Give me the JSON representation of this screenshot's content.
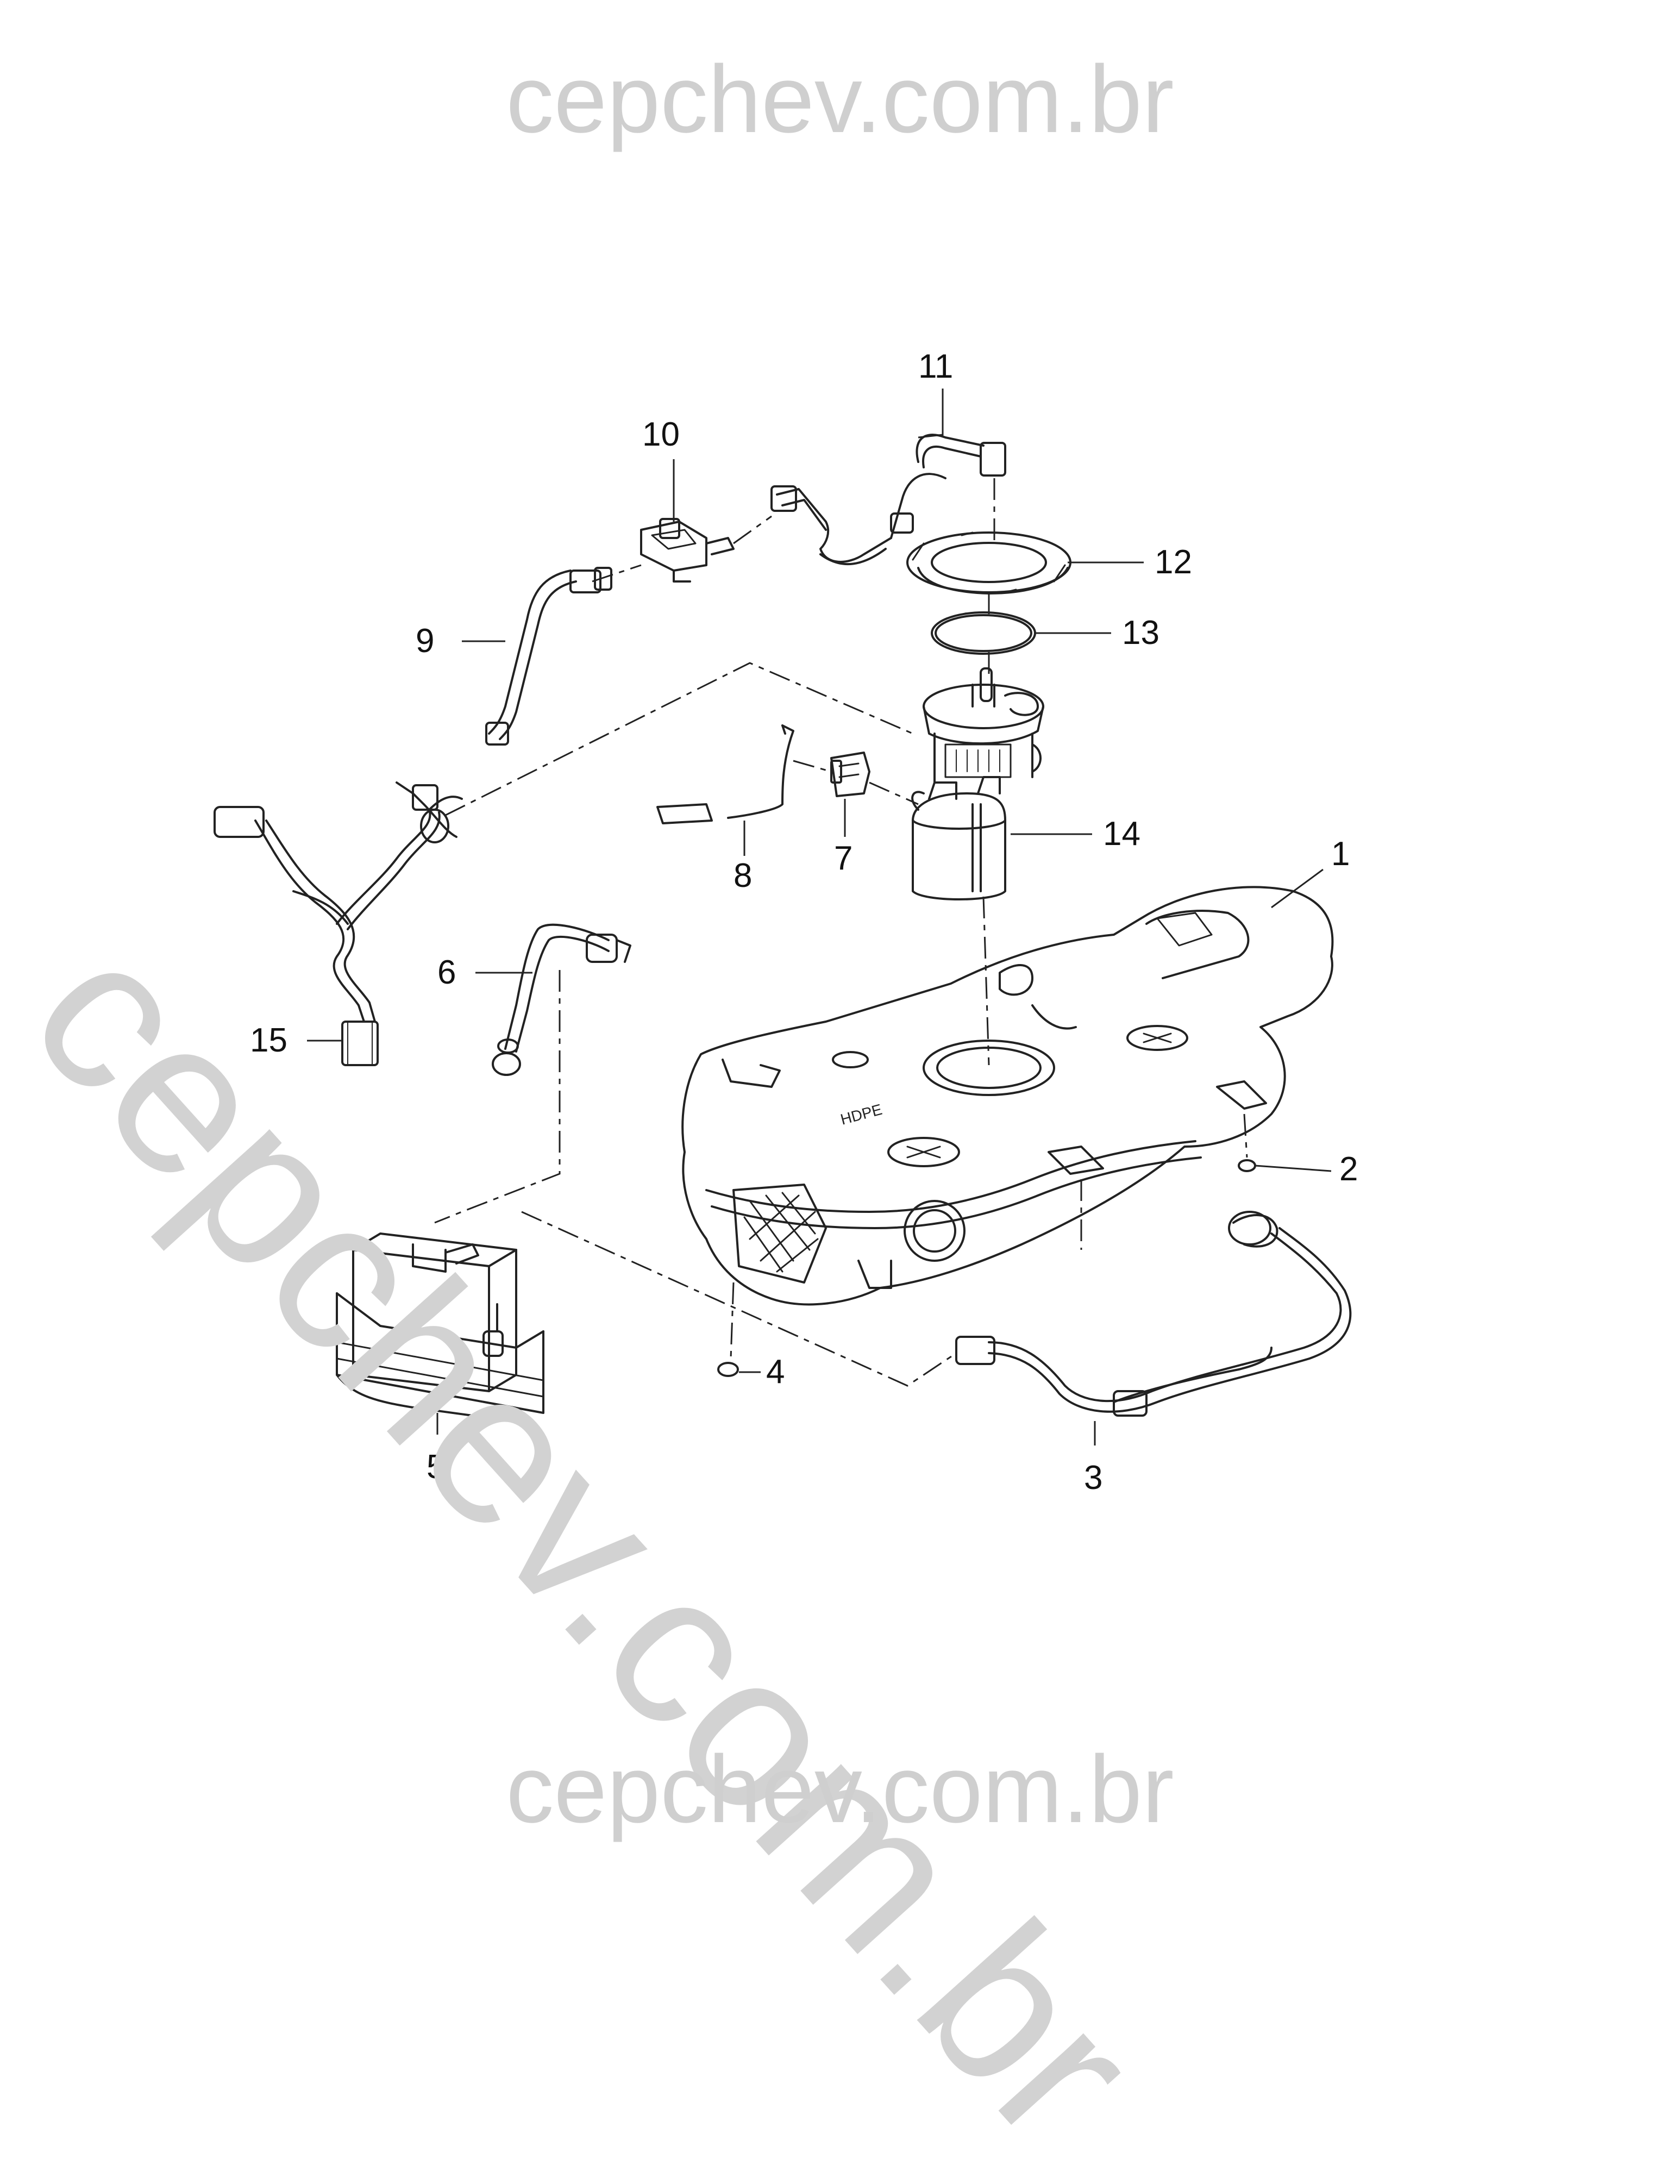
{
  "watermark": {
    "top": "cepchev.com.br",
    "diagonal": "cepchev.com.br",
    "bottom": "cepchev.com.br"
  },
  "callouts": [
    "1",
    "2",
    "3",
    "4",
    "5",
    "6",
    "7",
    "8",
    "9",
    "10",
    "11",
    "12",
    "13",
    "14",
    "15"
  ],
  "colors": {
    "line": "#222222",
    "watermark": "#cfcfcf",
    "background": "#ffffff"
  }
}
